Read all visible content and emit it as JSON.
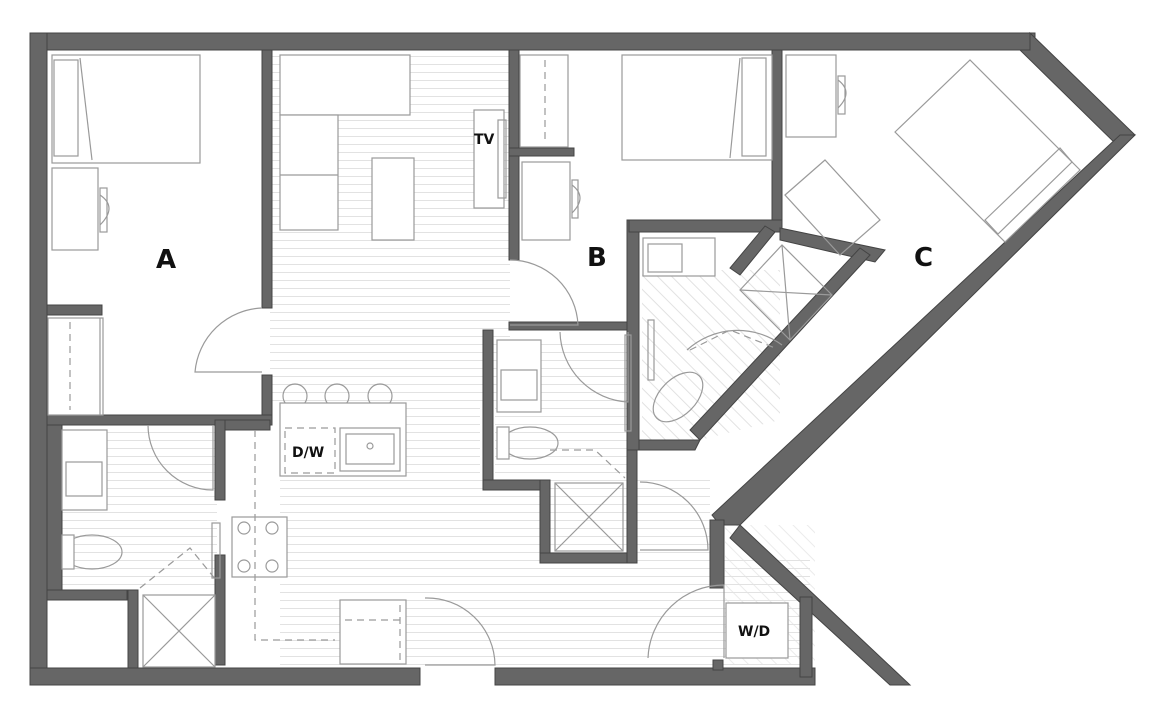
{
  "plan": {
    "rooms": [
      {
        "id": "bedroom-a",
        "label": "A"
      },
      {
        "id": "bedroom-b",
        "label": "B"
      },
      {
        "id": "bedroom-c",
        "label": "C"
      }
    ],
    "appliances": {
      "tv": "TV",
      "dishwasher": "D/W",
      "washer_dryer": "W/D"
    },
    "colors": {
      "wall": "#666666",
      "fixture": "#9a9a9a",
      "floor_plank": "#e2e2e2",
      "label": "#111111"
    }
  }
}
